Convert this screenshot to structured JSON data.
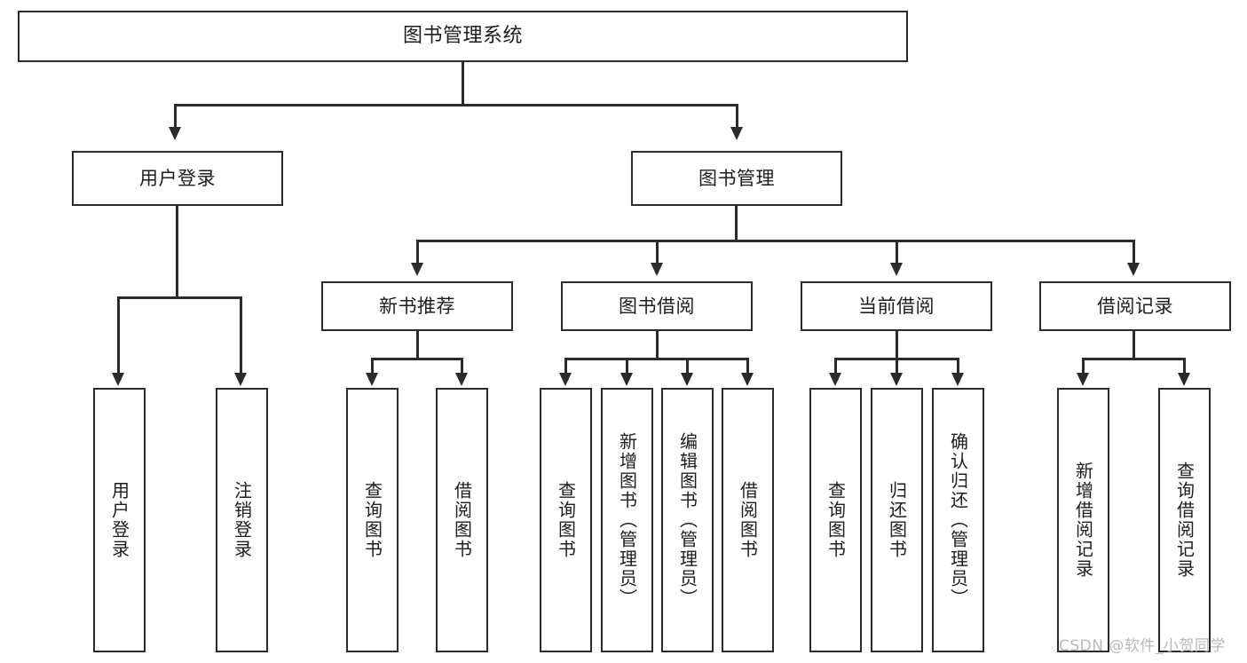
{
  "diagram": {
    "title": "图书管理系统",
    "type": "tree-hierarchy",
    "orientation": "top-down",
    "colors": {
      "box_border": "#2b2b2b",
      "box_fill": "#ffffff",
      "connector": "#2b2b2b",
      "text": "#1d1d1d",
      "watermark": "#b9b9b9",
      "background": "#ffffff"
    }
  },
  "root": {
    "label": "图书管理系统"
  },
  "level2": [
    {
      "label": "用户登录"
    },
    {
      "label": "图书管理"
    }
  ],
  "level3": [
    {
      "label": "新书推荐"
    },
    {
      "label": "图书借阅"
    },
    {
      "label": "当前借阅"
    },
    {
      "label": "借阅记录"
    }
  ],
  "leaves": {
    "user_login": [
      {
        "label": "用户登录"
      },
      {
        "label": "注销登录"
      }
    ],
    "new_book": [
      {
        "label": "查询图书"
      },
      {
        "label": "借阅图书"
      }
    ],
    "book_borrow": [
      {
        "label": "查询图书"
      },
      {
        "label": "新增图书（管理员）"
      },
      {
        "label": "编辑图书（管理员）"
      },
      {
        "label": "借阅图书"
      }
    ],
    "current_borrow": [
      {
        "label": "查询图书"
      },
      {
        "label": "归还图书"
      },
      {
        "label": "确认归还（管理员）"
      }
    ],
    "borrow_record": [
      {
        "label": "新增借阅记录"
      },
      {
        "label": "查询借阅记录"
      }
    ]
  },
  "watermark": {
    "text": "CSDN @软件_小贺同学"
  }
}
